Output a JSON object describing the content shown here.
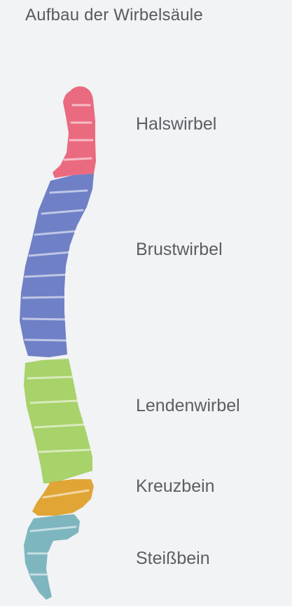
{
  "title": "Aufbau der Wirbelsäule",
  "segments": [
    {
      "id": "hals",
      "label": "Halswirbel",
      "color": "#ea6b80"
    },
    {
      "id": "brust",
      "label": "Brustwirbel",
      "color": "#6f80c6"
    },
    {
      "id": "lenden",
      "label": "Lendenwirbel",
      "color": "#a8d26a"
    },
    {
      "id": "kreuz",
      "label": "Kreuzbein",
      "color": "#e0a535"
    },
    {
      "id": "steiss",
      "label": "Steißbein",
      "color": "#7eb6bf"
    }
  ]
}
